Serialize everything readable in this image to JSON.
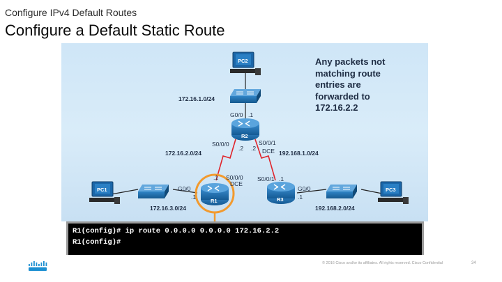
{
  "header": {
    "subtitle": "Configure IPv4 Default Routes",
    "title": "Configure a Default Static Route"
  },
  "callout": {
    "text": "Any packets not matching route entries are forwarded to 172.16.2.2"
  },
  "topology": {
    "devices": {
      "pc2": "PC2",
      "pc1": "PC1",
      "pc3": "PC3",
      "r1": "R1",
      "r2": "R2",
      "r3": "R3"
    },
    "networks": {
      "lan_r2": "172.16.1.0/24",
      "wan_r1_r2": "172.16.2.0/24",
      "wan_r2_r3": "192.168.1.0/24",
      "lan_r1": "172.16.3.0/24",
      "lan_r3": "192.168.2.0/24"
    },
    "interfaces": {
      "r2_g00": "G0/0",
      "r2_g00_host": ".1",
      "r2_s000": "S0/0/0",
      "r2_s000_host": ".2",
      "r2_s001": "S0/0/1",
      "r2_s001_host": ".2",
      "r2_dce": "DCE",
      "r1_s000_host": ".1",
      "r1_s000": "S0/0/0",
      "r1_dce": "DCE",
      "r3_s001": "S0/0/1",
      "r3_s001_host": ".1",
      "r1_g00": "G0/0",
      "r1_g00_host": ".1",
      "r3_g00": "G0/0",
      "r3_g00_host": ".1"
    },
    "colors": {
      "router_body": "#1f6fb0",
      "highlight_ring": "#f29a2e",
      "serial_link": "#e0242b"
    }
  },
  "terminal": {
    "lines": [
      "R1(config)# ip route 0.0.0.0 0.0.0.0 172.16.2.2",
      "R1(config)#"
    ]
  },
  "footer": {
    "logo": "cisco-logo",
    "copyright": "© 2016 Cisco and/or its affiliates. All rights reserved.   Cisco Confidential",
    "page_number": "34"
  }
}
